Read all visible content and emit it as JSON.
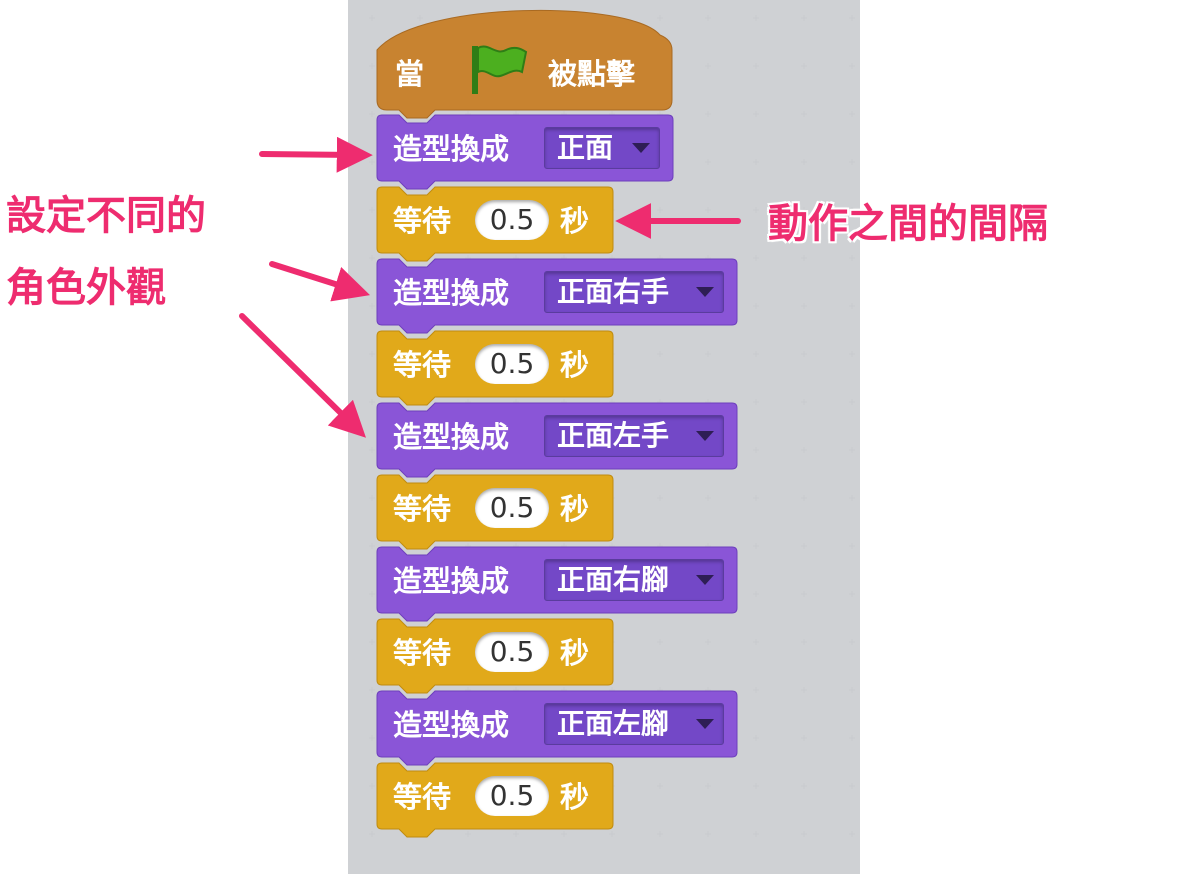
{
  "hat_block": {
    "prefix": "當",
    "suffix": "被點擊",
    "icon": "green-flag-icon"
  },
  "script": [
    {
      "type": "costume",
      "label": "造型換成",
      "costume": "正面"
    },
    {
      "type": "wait",
      "label": "等待",
      "value": "0.5",
      "unit": "秒"
    },
    {
      "type": "costume",
      "label": "造型換成",
      "costume": "正面右手"
    },
    {
      "type": "wait",
      "label": "等待",
      "value": "0.5",
      "unit": "秒"
    },
    {
      "type": "costume",
      "label": "造型換成",
      "costume": "正面左手"
    },
    {
      "type": "wait",
      "label": "等待",
      "value": "0.5",
      "unit": "秒"
    },
    {
      "type": "costume",
      "label": "造型換成",
      "costume": "正面右腳"
    },
    {
      "type": "wait",
      "label": "等待",
      "value": "0.5",
      "unit": "秒"
    },
    {
      "type": "costume",
      "label": "造型換成",
      "costume": "正面左腳"
    },
    {
      "type": "wait",
      "label": "等待",
      "value": "0.5",
      "unit": "秒"
    }
  ],
  "annotations": {
    "left_line1": "設定不同的",
    "left_line2": "角色外觀",
    "right": "動作之間的間隔"
  },
  "colors": {
    "events": "#c88330",
    "looks": "#8a55d7",
    "control": "#e1a91a",
    "annotation": "#ee2c6f",
    "script_area": "#dfe0e2"
  }
}
